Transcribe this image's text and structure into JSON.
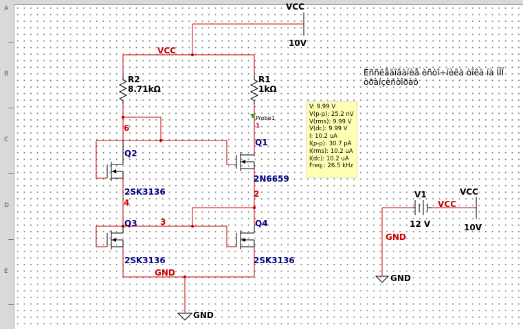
{
  "rulers": {
    "rows": [
      "A",
      "B",
      "C",
      "D",
      "E"
    ]
  },
  "labels": {
    "vcc_top": "VCC",
    "vcc_top_value": "10V",
    "vcc_rail": "VCC",
    "r2_name": "R2",
    "r2_value": "8.71kΩ",
    "r1_name": "R1",
    "r1_value": "1kΩ",
    "probe_name": "Probe1",
    "probe_node": "1",
    "node6": "6",
    "node4": "4",
    "node3": "3",
    "node2": "2",
    "q2_name": "Q2",
    "q2_part": "2SK3136",
    "q1_name": "Q1",
    "q1_part": "2N6659",
    "q3_name": "Q3",
    "q3_part": "2SK3136",
    "q4_name": "Q4",
    "q4_part": "2SK3136",
    "gnd_rail": "GND",
    "gnd_bottom": "GND",
    "v1_name": "V1",
    "v1_value": "12 V",
    "v1_vcc_net": "VCC",
    "v1_vcc_port": "VCC",
    "v1_vcc_value": "10V",
    "v1_gnd_net": "GND",
    "v1_gnd_symbol": "GND"
  },
  "probe": {
    "lines": [
      "V: 9.99 V",
      "V(p-p): 25.2 nV",
      "V(rms): 9.99 V",
      "V(dc): 9.99 V",
      "I: 10.2 uA",
      "I(p-p): 30.7 pA",
      "I(rms): 10.2 uA",
      "I(dc): 10.2 uA",
      "Freq.: 26.5 kHz"
    ]
  },
  "note": {
    "text": "Èññëåäîâàíèå èñòî÷íèêà òîêà íà ÌÎÏ òðàíçèñòîðàõ"
  },
  "colors": {
    "wire": "#cc0000",
    "component": "#000000",
    "label": "#000080",
    "probe_bg": "#ffffb4"
  }
}
